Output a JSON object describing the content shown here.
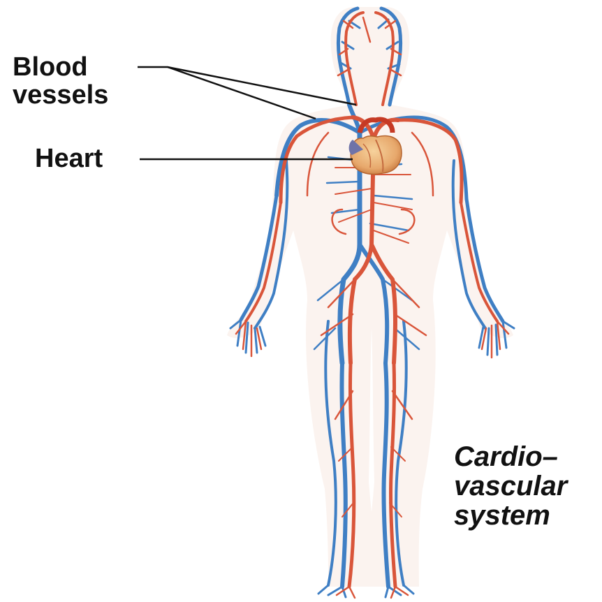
{
  "labels": {
    "blood_vessels": [
      "Blood",
      "vessels"
    ],
    "heart": "Heart",
    "system": [
      "Cardio–",
      "vascular",
      "system"
    ]
  },
  "colors": {
    "artery": "#d9553a",
    "vein": "#3f7fc4",
    "heart": "#e9b27c",
    "heart_dark": "#c46a3e",
    "leader_line": "#111111",
    "text": "#111111"
  }
}
